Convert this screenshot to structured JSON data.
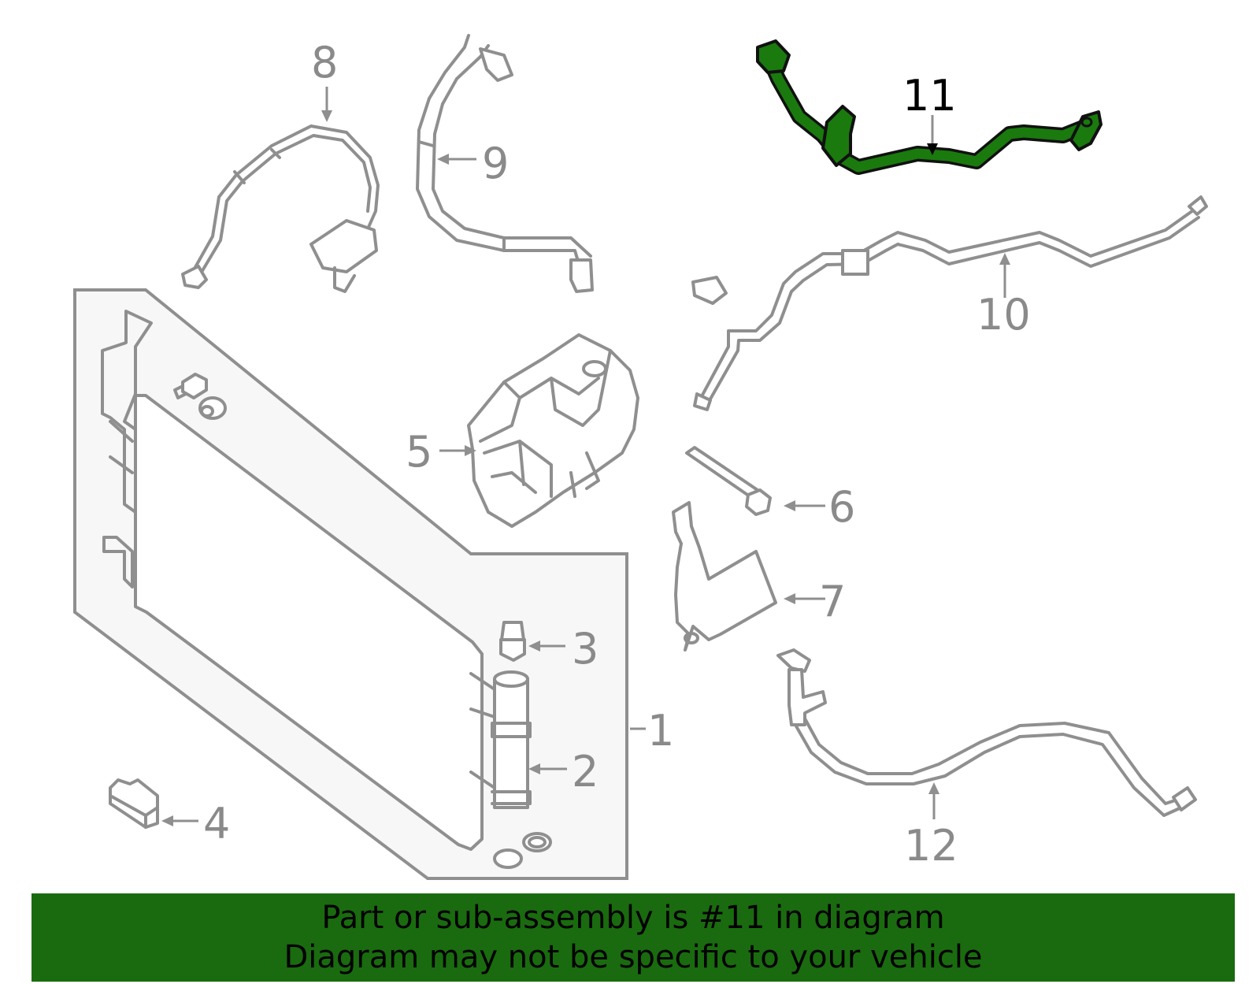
{
  "diagram": {
    "highlight_color": "#1a6b0f",
    "part_color": "#8f8f8f",
    "labels": [
      {
        "id": "1",
        "text": "1",
        "highlighted": false
      },
      {
        "id": "2",
        "text": "2",
        "highlighted": false
      },
      {
        "id": "3",
        "text": "3",
        "highlighted": false
      },
      {
        "id": "4",
        "text": "4",
        "highlighted": false
      },
      {
        "id": "5",
        "text": "5",
        "highlighted": false
      },
      {
        "id": "6",
        "text": "6",
        "highlighted": false
      },
      {
        "id": "7",
        "text": "7",
        "highlighted": false
      },
      {
        "id": "8",
        "text": "8",
        "highlighted": false
      },
      {
        "id": "9",
        "text": "9",
        "highlighted": false
      },
      {
        "id": "10",
        "text": "10",
        "highlighted": false
      },
      {
        "id": "11",
        "text": "11",
        "highlighted": true
      },
      {
        "id": "12",
        "text": "12",
        "highlighted": false
      }
    ]
  },
  "banner": {
    "line1": "Part or sub-assembly is #11 in diagram",
    "line2": "Diagram may not be specific to your vehicle",
    "background": "#1a6b0f"
  }
}
